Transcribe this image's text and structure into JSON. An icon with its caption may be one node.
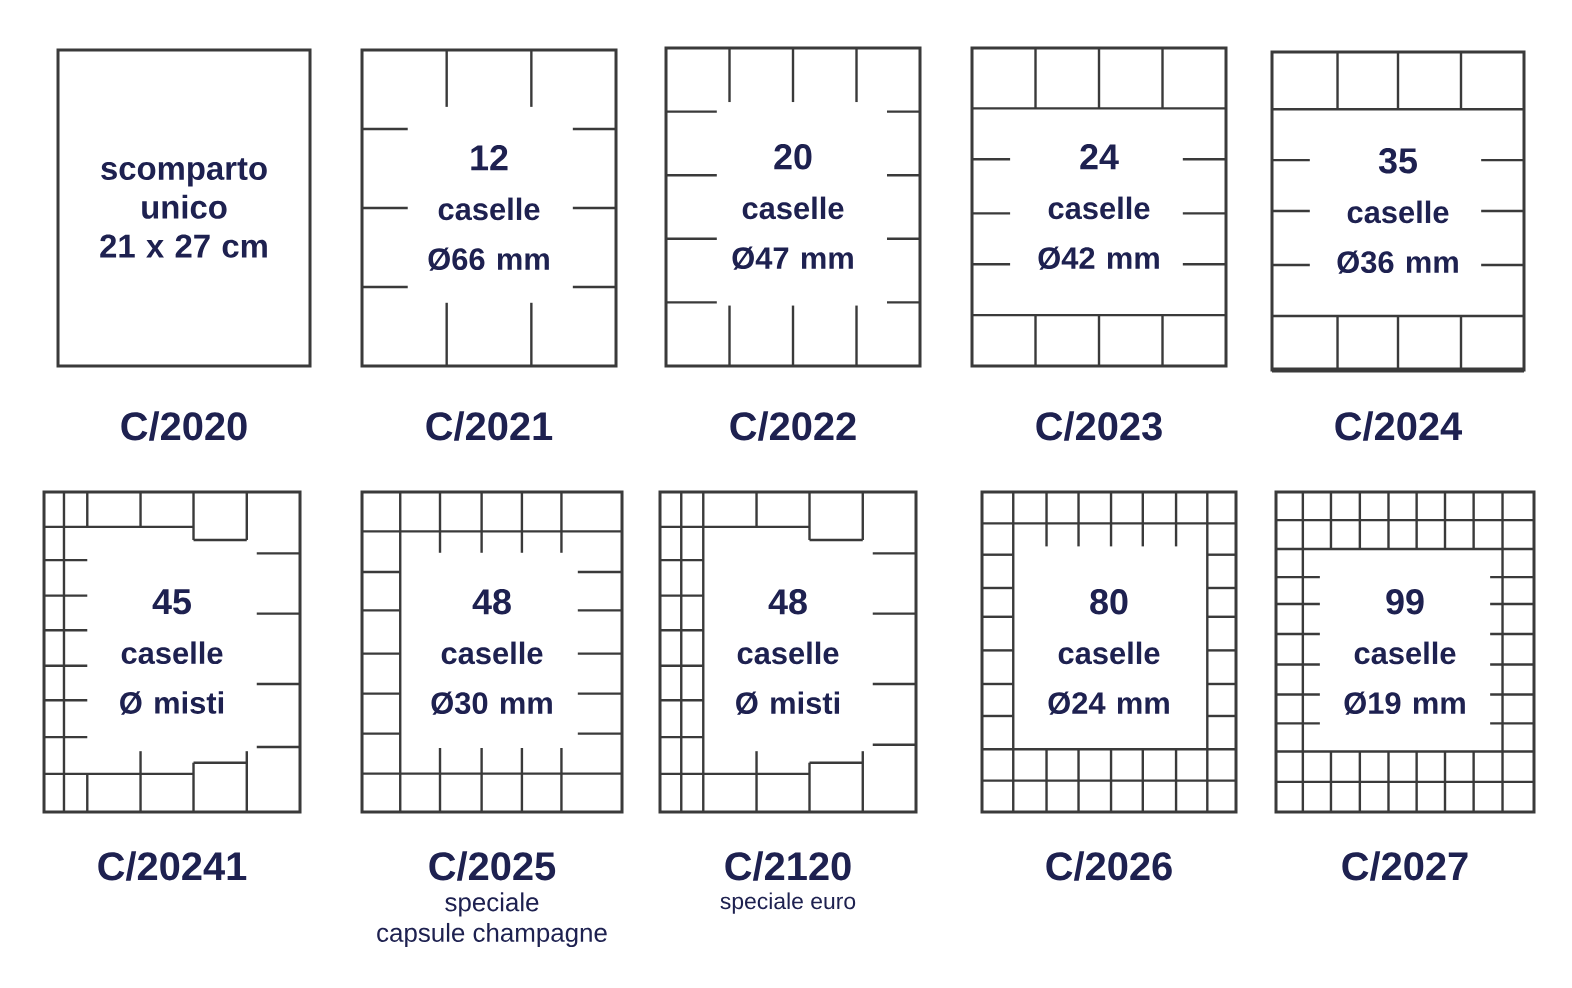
{
  "diagram": {
    "nodes": [
      {
        "text": [
          "scomparto unico",
          "21 x 27 cm"
        ],
        "beside": [
          "C/2020"
        ]
      },
      {
        "text": [
          "12",
          "caselle",
          "Ø66 mm"
        ],
        "beside": [
          "C/2021"
        ]
      },
      {
        "text": [
          "20",
          "caselle",
          "Ø47 mm"
        ],
        "beside": [
          "C/2022"
        ]
      },
      {
        "text": [
          "24",
          "caselle",
          "Ø42 mm"
        ],
        "beside": [
          "C/2023"
        ]
      },
      {
        "text": [
          "35",
          "caselle",
          "Ø36 mm"
        ],
        "beside": [
          "C/2024"
        ]
      },
      {
        "text": [
          "45",
          "caselle",
          "Ø misti"
        ],
        "beside": [
          "C/20241"
        ]
      },
      {
        "text": [
          "48",
          "caselle",
          "Ø30 mm"
        ],
        "beside": [
          "C/2025",
          "speciale capsule champagne"
        ]
      },
      {
        "text": [
          "48",
          "caselle",
          "Ø misti"
        ],
        "beside": [
          "C/2120",
          "speciale euro"
        ]
      },
      {
        "text": [
          "80",
          "caselle",
          "Ø24 mm"
        ],
        "beside": [
          "C/2026"
        ]
      },
      {
        "text": [
          "99",
          "caselle",
          "Ø19 mm"
        ],
        "beside": [
          "C/2027"
        ]
      }
    ]
  }
}
